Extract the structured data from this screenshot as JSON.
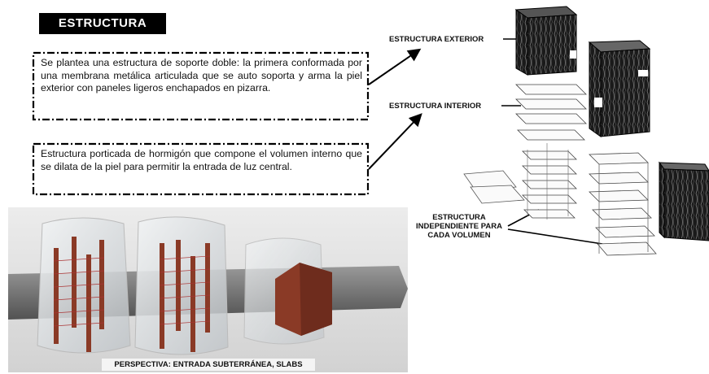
{
  "title": "ESTRUCTURA",
  "notes": {
    "note1": "Se plantea una estructura de soporte doble: la primera conformada por una membrana metálica articulada que se auto soporta y arma la piel exterior con paneles ligeros enchapados en pizarra.",
    "note2": "Estructura porticada de hormigón que compone el volumen interno que se dilata de la piel para permitir la entrada de luz central."
  },
  "labels": {
    "exterior": "ESTRUCTURA EXTERIOR",
    "interior": "ESTRUCTURA INTERIOR",
    "independiente_l1": "ESTRUCTURA",
    "independiente_l2": "INDEPENDIENTE PARA",
    "independiente_l3": "CADA VOLUMEN"
  },
  "perspective_caption": "PERSPECTIVA: ENTRADA SUBTERRÁNEA, SLABS",
  "colors": {
    "title_bg": "#000000",
    "concrete_red": "#8a3a26",
    "glass": "#d9dde0"
  }
}
